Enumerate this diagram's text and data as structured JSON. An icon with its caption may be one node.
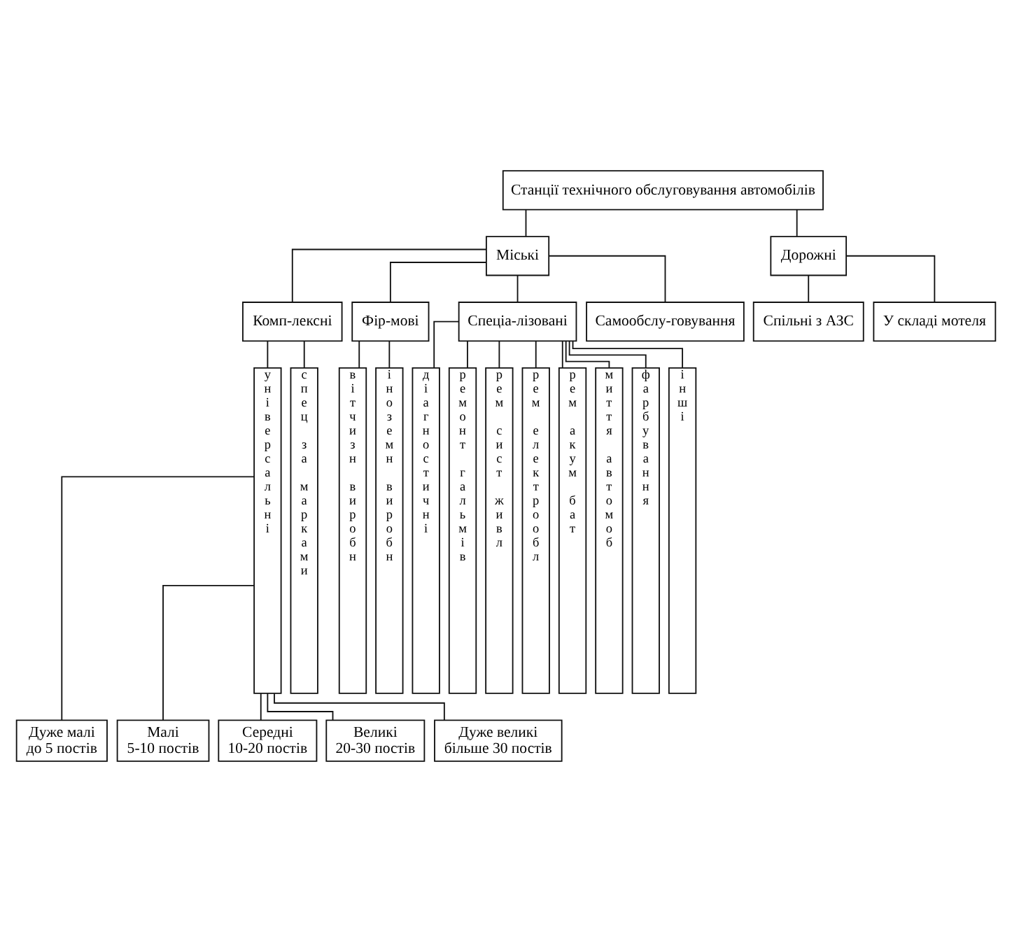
{
  "diagram": {
    "nodes": [
      {
        "text": [
          "Станції технічного обслуговування автомобілів"
        ]
      },
      {
        "text": [
          "Міські"
        ]
      },
      {
        "text": [
          "Дорожні"
        ]
      },
      {
        "text": [
          "Комп-лексні"
        ]
      },
      {
        "text": [
          "Фір-мові"
        ]
      },
      {
        "text": [
          "Спеціа-лізовані"
        ]
      },
      {
        "text": [
          "Самообслу-говування"
        ]
      },
      {
        "text": [
          "Спільні з АЗС"
        ]
      },
      {
        "text": [
          "У складі мотеля"
        ]
      },
      {
        "text": [
          "універсальні"
        ]
      },
      {
        "text": [
          "спец за марками"
        ]
      },
      {
        "text": [
          "вітчизн виробн"
        ]
      },
      {
        "text": [
          "іноземн виробн"
        ]
      },
      {
        "text": [
          "діагностичні"
        ]
      },
      {
        "text": [
          "ремонт гальмів"
        ]
      },
      {
        "text": [
          "рем сист живл"
        ]
      },
      {
        "text": [
          "рем електрообл"
        ]
      },
      {
        "text": [
          "рем акум бат"
        ]
      },
      {
        "text": [
          "миття автомоб"
        ]
      },
      {
        "text": [
          "фарбування"
        ]
      },
      {
        "text": [
          "інші"
        ]
      },
      {
        "text": [
          "Дуже малі",
          "до 5 постів"
        ]
      },
      {
        "text": [
          "Малі",
          "5-10 постів"
        ]
      },
      {
        "text": [
          "Середні",
          "10-20 постів"
        ]
      },
      {
        "text": [
          "Великі",
          "20-30 постів"
        ]
      },
      {
        "text": [
          "Дуже великі",
          "більше 30 постів"
        ]
      }
    ],
    "edges": [
      {
        "from": 0,
        "to": 1,
        "arrow": "none"
      },
      {
        "from": 0,
        "to": 2,
        "arrow": "none"
      },
      {
        "from": 1,
        "to": 3,
        "arrow": "none"
      },
      {
        "from": 1,
        "to": 4,
        "arrow": "none"
      },
      {
        "from": 1,
        "to": 5,
        "arrow": "none"
      },
      {
        "from": 1,
        "to": 6,
        "arrow": "none"
      },
      {
        "from": 2,
        "to": 7,
        "arrow": "none"
      },
      {
        "from": 2,
        "to": 8,
        "arrow": "none"
      },
      {
        "from": 3,
        "to": 9,
        "arrow": "none"
      },
      {
        "from": 3,
        "to": 10,
        "arrow": "none"
      },
      {
        "from": 4,
        "to": 11,
        "arrow": "none"
      },
      {
        "from": 4,
        "to": 12,
        "arrow": "none"
      },
      {
        "from": 5,
        "to": 13,
        "arrow": "none"
      },
      {
        "from": 5,
        "to": 14,
        "arrow": "none"
      },
      {
        "from": 5,
        "to": 15,
        "arrow": "none"
      },
      {
        "from": 5,
        "to": 16,
        "arrow": "none"
      },
      {
        "from": 5,
        "to": 17,
        "arrow": "none"
      },
      {
        "from": 5,
        "to": 18,
        "arrow": "none"
      },
      {
        "from": 5,
        "to": 19,
        "arrow": "none"
      },
      {
        "from": 5,
        "to": 20,
        "arrow": "none"
      },
      {
        "from": 9,
        "to": 21,
        "arrow": "none"
      },
      {
        "from": 9,
        "to": 22,
        "arrow": "none"
      },
      {
        "from": 9,
        "to": 23,
        "arrow": "none"
      },
      {
        "from": 9,
        "to": 24,
        "arrow": "none"
      },
      {
        "from": 9,
        "to": 25,
        "arrow": "none"
      }
    ]
  }
}
